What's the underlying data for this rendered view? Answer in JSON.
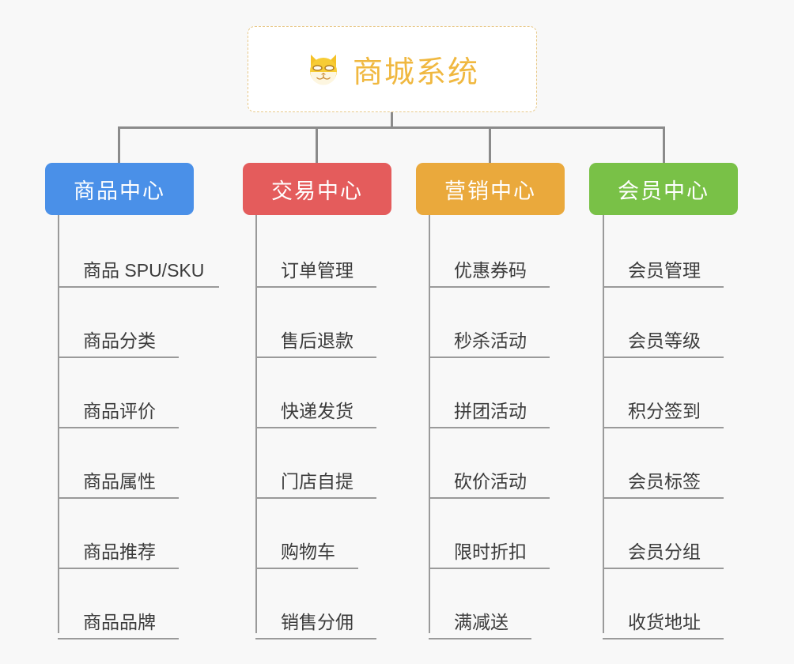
{
  "page": {
    "background_color": "#f8f8f8",
    "line_color": "#8b8b8b",
    "leaf_line_color": "#9a9a9a",
    "leaf_text_color": "#3b3b3b"
  },
  "root": {
    "title": "商城系统",
    "icon": "shiba-dog-face-icon",
    "text_color": "#f0b840",
    "border_color": "#e8c98a",
    "background_color": "#ffffff"
  },
  "categories": [
    {
      "label": "商品中心",
      "color": "#4a90e8",
      "items": [
        "商品 SPU/SKU",
        "商品分类",
        "商品评价",
        "商品属性",
        "商品推荐",
        "商品品牌"
      ]
    },
    {
      "label": "交易中心",
      "color": "#e45c5c",
      "items": [
        "订单管理",
        "售后退款",
        "快递发货",
        "门店自提",
        "购物车",
        "销售分佣"
      ]
    },
    {
      "label": "营销中心",
      "color": "#eaa93c",
      "items": [
        "优惠券码",
        "秒杀活动",
        "拼团活动",
        "砍价活动",
        "限时折扣",
        "满减送"
      ]
    },
    {
      "label": "会员中心",
      "color": "#79c147",
      "items": [
        "会员管理",
        "会员等级",
        "积分签到",
        "会员标签",
        "会员分组",
        "收货地址"
      ]
    }
  ]
}
